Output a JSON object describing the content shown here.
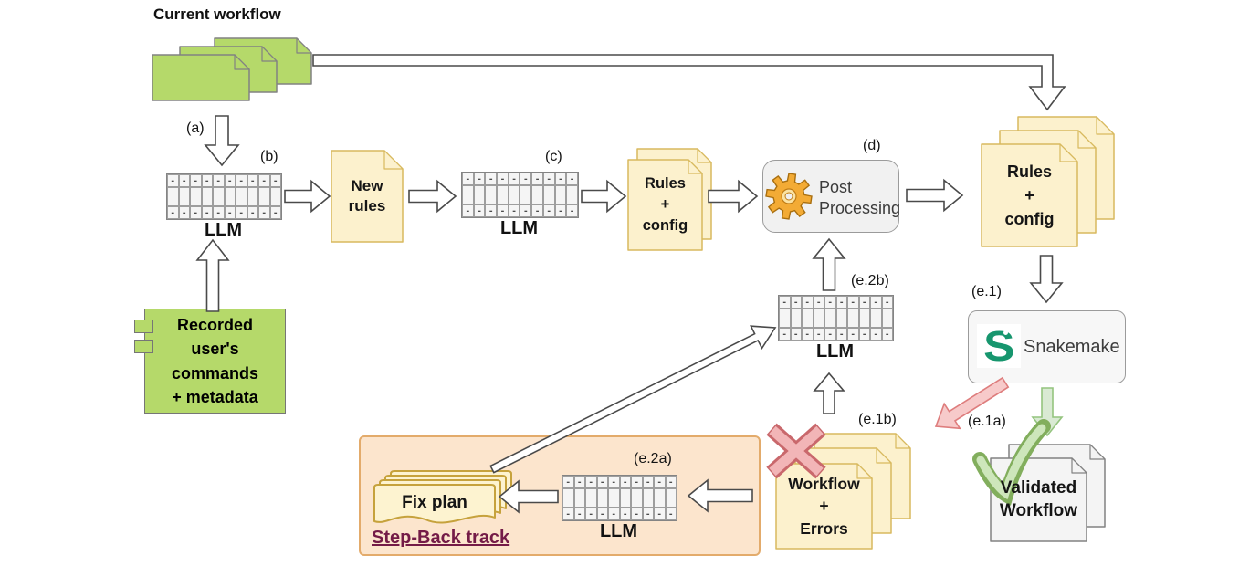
{
  "title": "Current workflow",
  "labels": {
    "a": "(a)",
    "b": "(b)",
    "c": "(c)",
    "d": "(d)",
    "e1": "(e.1)",
    "e1a": "(e.1a)",
    "e1b": "(e.1b)",
    "e2a": "(e.2a)",
    "e2b": "(e.2b)"
  },
  "llm_cell_glyph": "-",
  "nodes": {
    "llm_b": {
      "label": "LLM"
    },
    "llm_c": {
      "label": "LLM"
    },
    "llm_e2b": {
      "label": "LLM"
    },
    "llm_e2a": {
      "label": "LLM"
    },
    "new_rules": {
      "lines": [
        "New",
        "rules"
      ]
    },
    "rules_config_small": {
      "lines": [
        "Rules",
        "+",
        "config"
      ]
    },
    "rules_config_large": {
      "lines": [
        "Rules",
        "+",
        "config"
      ]
    },
    "post_processing": {
      "lines": [
        "Post",
        "Processing"
      ]
    },
    "snakemake": {
      "label": "Snakemake",
      "logo_letter": "S"
    },
    "workflow_errors": {
      "lines": [
        "Workflow",
        "+",
        "Errors"
      ]
    },
    "validated_workflow": {
      "lines": [
        "Validated",
        "Workflow"
      ]
    },
    "recorded_commands": {
      "lines": [
        "Recorded",
        "user's",
        "commands",
        "+ metadata"
      ]
    },
    "fix_plan": {
      "label": "Fix plan"
    },
    "step_back_track": {
      "label": "Step-Back track"
    }
  },
  "colors": {
    "green_doc": "#b5d96a",
    "yellow_doc": "#fcf1cd",
    "panel_peach": "#fce5cd",
    "maroon_text": "#741b47",
    "snakemake_teal": "#17966e",
    "error_red": "#de7d7d",
    "success_green": "#94c47e",
    "gear_orange": "#f3ab35"
  }
}
